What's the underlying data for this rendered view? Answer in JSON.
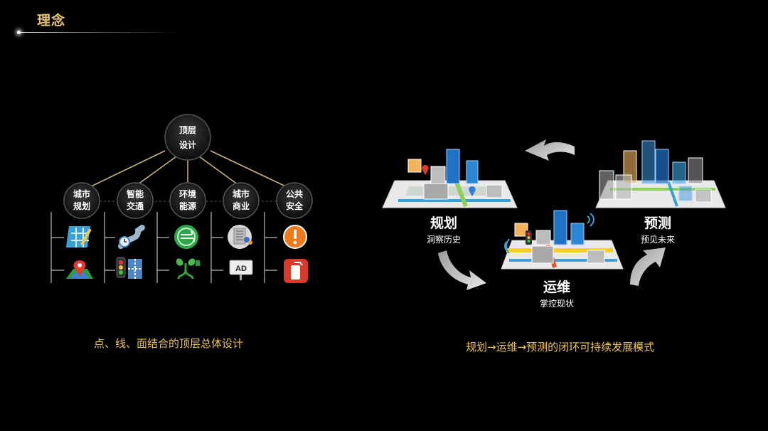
{
  "header": {
    "title": "理念"
  },
  "left": {
    "top_node": {
      "line1": "顶层",
      "line2": "设计"
    },
    "categories": [
      {
        "line1": "城市",
        "line2": "规划",
        "icons": [
          "map-grid-icon",
          "map-pin-icon"
        ]
      },
      {
        "line1": "智能",
        "line2": "交通",
        "icons": [
          "road-clock-icon",
          "traffic-light-icon"
        ]
      },
      {
        "line1": "环境",
        "line2": "能源",
        "icons": [
          "wind-energy-icon",
          "eco-plug-icon"
        ]
      },
      {
        "line1": "城市",
        "line2": "商业",
        "icons": [
          "building-people-icon",
          "ad-sign-icon"
        ]
      },
      {
        "line1": "公共",
        "line2": "安全",
        "icons": [
          "alert-icon",
          "fire-extinguisher-icon"
        ]
      }
    ],
    "caption": "点、线、面结合的顶层总体设计"
  },
  "right": {
    "stages": [
      {
        "title": "规划",
        "subtitle": "洞察历史"
      },
      {
        "title": "运维",
        "subtitle": "掌控现状"
      },
      {
        "title": "预测",
        "subtitle": "预见未来"
      }
    ],
    "caption": "规划→运维→预测的闭环可持续发展模式"
  },
  "colors": {
    "gold": "#e7c574",
    "caption": "#f0c35a",
    "line": "#c9b27a"
  }
}
